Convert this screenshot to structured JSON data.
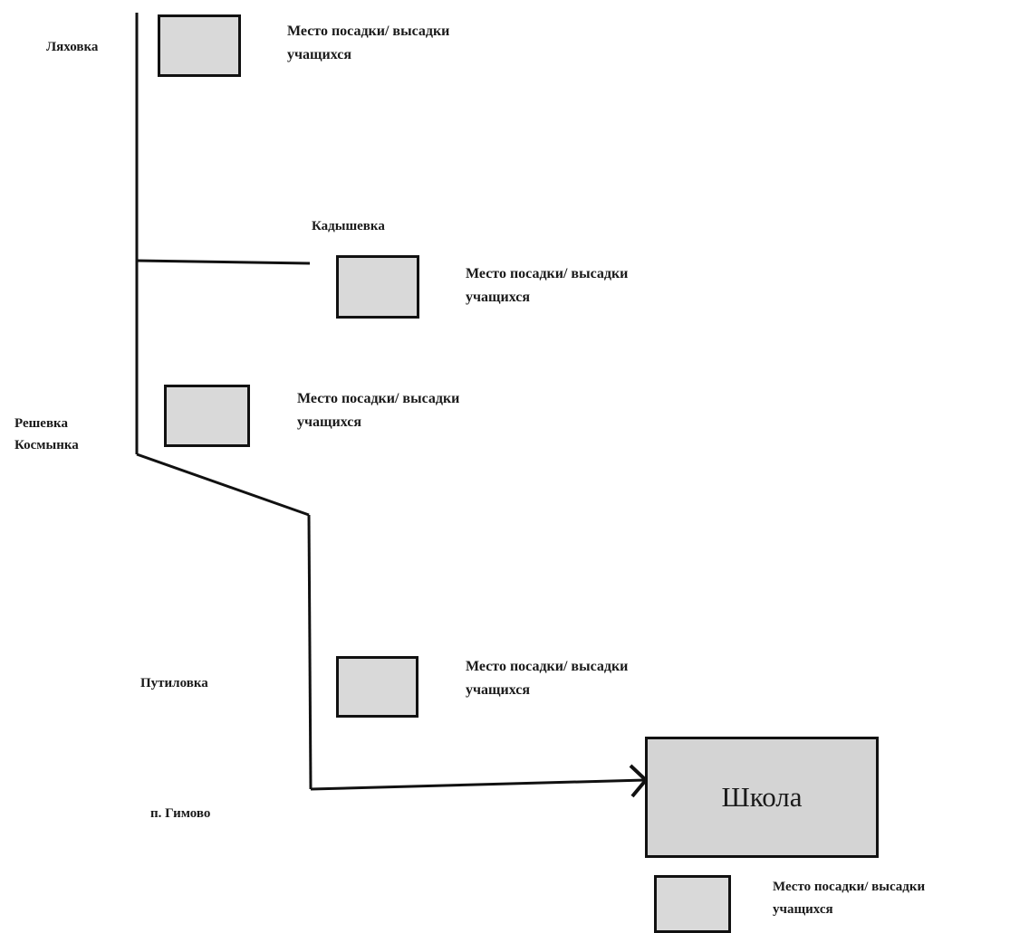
{
  "villages": {
    "lyakhovka": "Ляховка",
    "kadyshevka": "Кадышевка",
    "reshevka": "Решевка",
    "kosmynka": "Космынка",
    "putilovka": "Путиловка",
    "gimovo": "п. Гимово"
  },
  "stops": [
    {
      "line1": "Место посадки/ высадки",
      "line2": "учащихся"
    },
    {
      "line1": "Место посадки/ высадки",
      "line2": "учащихся"
    },
    {
      "line1": "Место посадки/ высадки",
      "line2": "учащихся"
    },
    {
      "line1": "Место посадки/ высадки",
      "line2": "учащихся"
    },
    {
      "line1": "Место посадки/ высадки",
      "line2": "учащихся"
    }
  ],
  "school": {
    "label": "Школа"
  },
  "colors": {
    "line": "#111111",
    "box_fill": "#d9d9d9",
    "school_fill": "#d4d4d4"
  }
}
